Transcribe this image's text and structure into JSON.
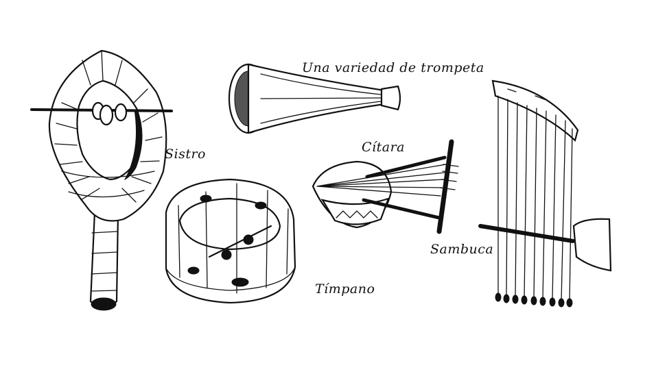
{
  "labels": {
    "trumpet": "Una variedad de trompeta",
    "sistrum": "Sistro",
    "cithara": "Cítara",
    "tympanum": "Tímpano",
    "sambuca": "Sambuca"
  },
  "colors": {
    "ink": "#111111",
    "background": "#ffffff"
  }
}
